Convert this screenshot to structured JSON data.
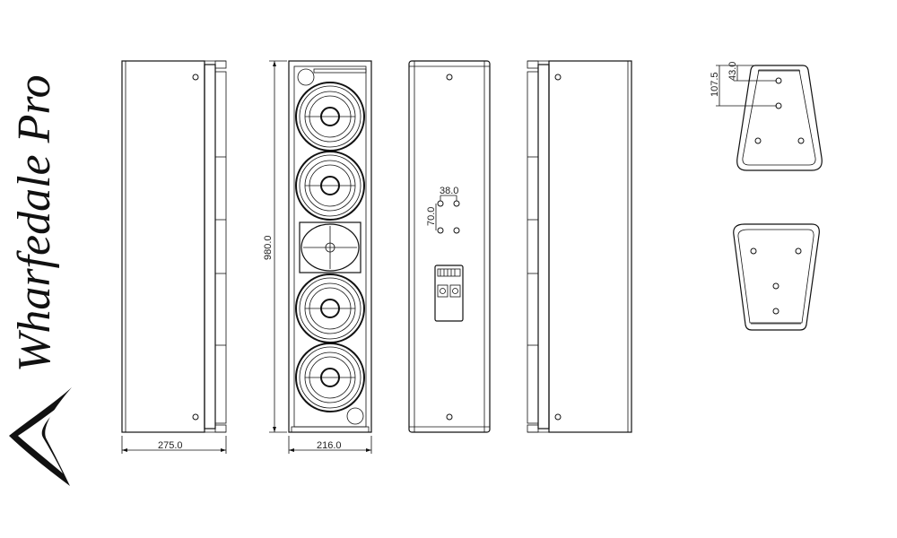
{
  "brand": {
    "name": "Wharfedale Pro"
  },
  "dimensions": {
    "side_depth": "275.0",
    "front_width": "216.0",
    "height": "980.0",
    "back_hole_h_spacing": "38.0",
    "back_hole_v_spacing": "70.0",
    "top_offset_total": "107.5",
    "top_offset_first": "43.0"
  },
  "views": [
    "side-view-left",
    "front-view",
    "back-view",
    "side-view-right",
    "top-view",
    "bottom-view"
  ]
}
